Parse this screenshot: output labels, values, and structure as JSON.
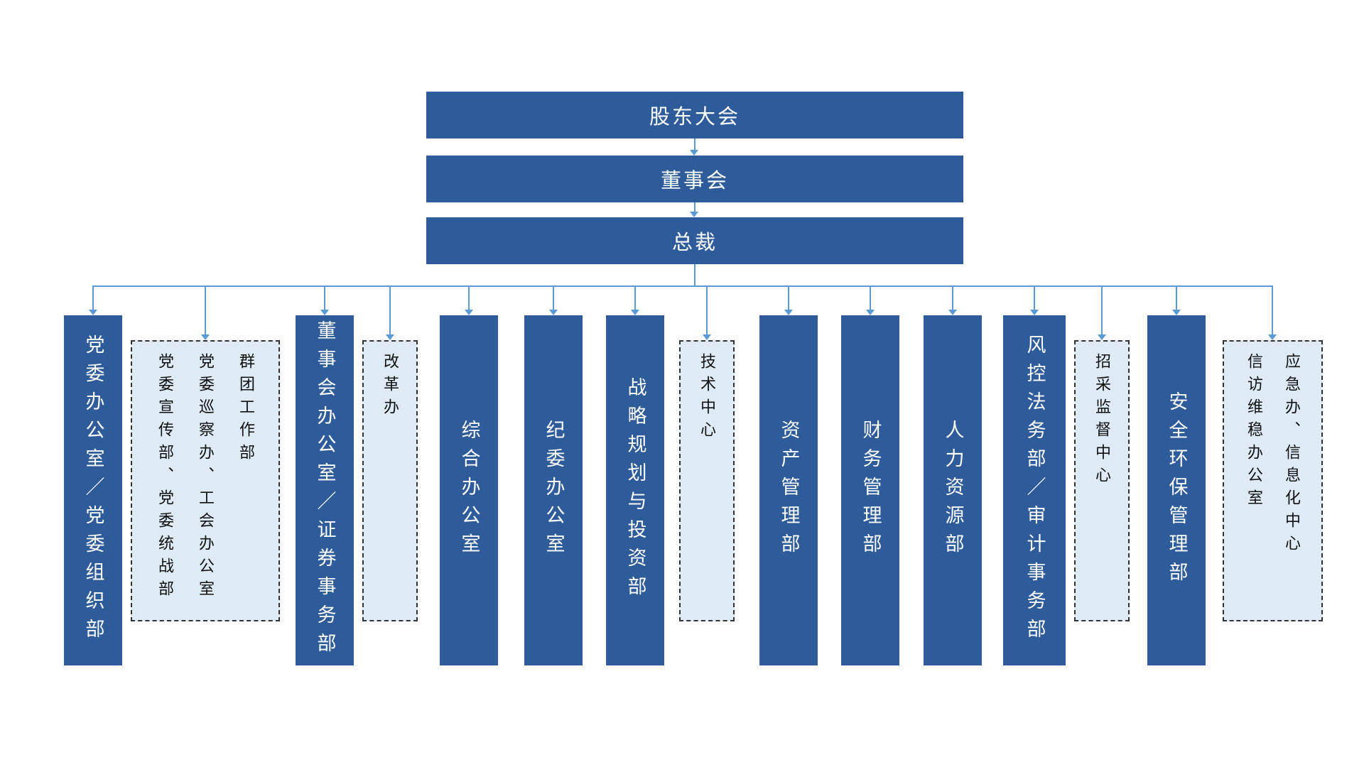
{
  "colors": {
    "primary": "#2E5C9A",
    "light_fill": "#DEEAF6",
    "connector": "#5B9BD5",
    "dashed_border": "#333333"
  },
  "top_levels": [
    {
      "label": "股东大会"
    },
    {
      "label": "董事会"
    },
    {
      "label": "总裁"
    }
  ],
  "departments": [
    {
      "id": "party-committee-office",
      "type": "solid",
      "label": "党委办公室／党委组织部"
    },
    {
      "id": "party-publicity-group",
      "type": "dashed",
      "columns": [
        "党委宣传部、党委统战部",
        "党委巡察办、工会办公室",
        "群团工作部"
      ]
    },
    {
      "id": "board-office-securities",
      "type": "solid",
      "label": "董事会办公室／证券事务部"
    },
    {
      "id": "reform-office",
      "type": "dashed",
      "label": "改革办"
    },
    {
      "id": "general-office",
      "type": "solid",
      "label": "综合办公室"
    },
    {
      "id": "discipline-committee-office",
      "type": "solid",
      "label": "纪委办公室"
    },
    {
      "id": "strategy-investment",
      "type": "solid",
      "label": "战略规划与投资部"
    },
    {
      "id": "technology-center",
      "type": "dashed",
      "label": "技术中心"
    },
    {
      "id": "asset-management",
      "type": "solid",
      "label": "资产管理部"
    },
    {
      "id": "finance-management",
      "type": "solid",
      "label": "财务管理部"
    },
    {
      "id": "human-resources",
      "type": "solid",
      "label": "人力资源部"
    },
    {
      "id": "risk-legal-audit",
      "type": "solid",
      "label": "风控法务部／审计事务部"
    },
    {
      "id": "procurement-supervision",
      "type": "dashed",
      "label": "招采监督中心"
    },
    {
      "id": "safety-environment",
      "type": "solid",
      "label": "安全环保管理部"
    },
    {
      "id": "petition-emergency",
      "type": "dashed",
      "columns": [
        "信访维稳办公室",
        "应急办、信息化中心"
      ]
    }
  ]
}
